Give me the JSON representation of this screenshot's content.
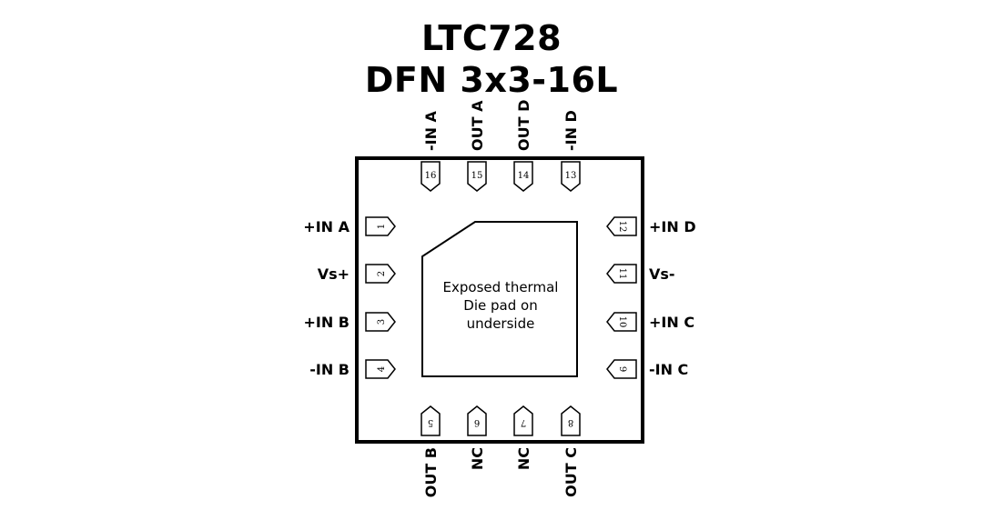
{
  "title": {
    "line1": "LTC728",
    "line2": "DFN 3x3-16L"
  },
  "exposed_pad": {
    "line1": "Exposed thermal",
    "line2": "Die pad on",
    "line3": "underside"
  },
  "pins": {
    "left": [
      {
        "num": "1",
        "label": "+IN A"
      },
      {
        "num": "2",
        "label": "Vs+"
      },
      {
        "num": "3",
        "label": "+IN B"
      },
      {
        "num": "4",
        "label": "-IN B"
      }
    ],
    "bottom": [
      {
        "num": "5",
        "label": "OUT B"
      },
      {
        "num": "6",
        "label": "NC"
      },
      {
        "num": "7",
        "label": "NC"
      },
      {
        "num": "8",
        "label": "OUT C"
      }
    ],
    "right": [
      {
        "num": "9",
        "label": "-IN C"
      },
      {
        "num": "10",
        "label": "+IN C"
      },
      {
        "num": "11",
        "label": "Vs-"
      },
      {
        "num": "12",
        "label": "+IN D"
      }
    ],
    "top": [
      {
        "num": "13",
        "label": "-IN D"
      },
      {
        "num": "14",
        "label": "OUT D"
      },
      {
        "num": "15",
        "label": "OUT A"
      },
      {
        "num": "16",
        "label": "-IN A"
      }
    ]
  },
  "colors": {
    "outline": "#000000",
    "background": "#ffffff"
  }
}
